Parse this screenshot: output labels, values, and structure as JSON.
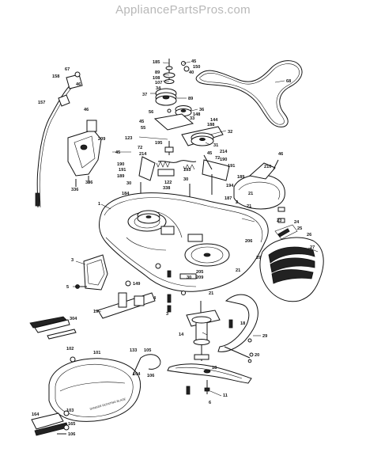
{
  "header": {
    "watermark": "AppliancePartsPros.com"
  },
  "diagram": {
    "deck_text": "DANGER ROTATING BLADE",
    "callouts": [
      {
        "id": "c185",
        "text": "185"
      },
      {
        "id": "c45a",
        "text": "45"
      },
      {
        "id": "c150",
        "text": "150"
      },
      {
        "id": "c89a",
        "text": "89"
      },
      {
        "id": "c40",
        "text": "40"
      },
      {
        "id": "c108",
        "text": "108"
      },
      {
        "id": "c107",
        "text": "107"
      },
      {
        "id": "c68",
        "text": "68"
      },
      {
        "id": "c34",
        "text": "34"
      },
      {
        "id": "c37",
        "text": "37"
      },
      {
        "id": "c89b",
        "text": "89"
      },
      {
        "id": "c36",
        "text": "36"
      },
      {
        "id": "c56",
        "text": "56"
      },
      {
        "id": "c33",
        "text": "33"
      },
      {
        "id": "c148",
        "text": "148"
      },
      {
        "id": "c144",
        "text": "144"
      },
      {
        "id": "c45b",
        "text": "45"
      },
      {
        "id": "c188",
        "text": "188"
      },
      {
        "id": "c55",
        "text": "55"
      },
      {
        "id": "c123",
        "text": "123"
      },
      {
        "id": "c32",
        "text": "32"
      },
      {
        "id": "c31",
        "text": "31"
      },
      {
        "id": "c195",
        "text": "195"
      },
      {
        "id": "c72a",
        "text": "72"
      },
      {
        "id": "c214a",
        "text": "214"
      },
      {
        "id": "c45c",
        "text": "45"
      },
      {
        "id": "c214b",
        "text": "214"
      },
      {
        "id": "c45d",
        "text": "45"
      },
      {
        "id": "c72b",
        "text": "72"
      },
      {
        "id": "c190a",
        "text": "190"
      },
      {
        "id": "c191a",
        "text": "191"
      },
      {
        "id": "c189a",
        "text": "189"
      },
      {
        "id": "c193",
        "text": "193"
      },
      {
        "id": "c190b",
        "text": "190"
      },
      {
        "id": "c191b",
        "text": "191"
      },
      {
        "id": "c189b",
        "text": "189"
      },
      {
        "id": "c30a",
        "text": "30"
      },
      {
        "id": "c122",
        "text": "122"
      },
      {
        "id": "c338",
        "text": "338"
      },
      {
        "id": "c30b",
        "text": "30"
      },
      {
        "id": "c194",
        "text": "194"
      },
      {
        "id": "c184",
        "text": "184"
      },
      {
        "id": "c187",
        "text": "187"
      },
      {
        "id": "c2",
        "text": "2"
      },
      {
        "id": "c21a",
        "text": "21"
      },
      {
        "id": "c21b",
        "text": "21"
      },
      {
        "id": "c46a",
        "text": "46"
      },
      {
        "id": "c210",
        "text": "210"
      },
      {
        "id": "c23",
        "text": "23"
      },
      {
        "id": "c24",
        "text": "24"
      },
      {
        "id": "c25",
        "text": "25"
      },
      {
        "id": "c26",
        "text": "26"
      },
      {
        "id": "c27",
        "text": "27"
      },
      {
        "id": "c206",
        "text": "206"
      },
      {
        "id": "c29",
        "text": "29"
      },
      {
        "id": "c21c",
        "text": "21"
      },
      {
        "id": "c1",
        "text": "1"
      },
      {
        "id": "c67",
        "text": "67"
      },
      {
        "id": "c158",
        "text": "158"
      },
      {
        "id": "c46b",
        "text": "46"
      },
      {
        "id": "c157",
        "text": "157"
      },
      {
        "id": "c46c",
        "text": "46"
      },
      {
        "id": "c209",
        "text": "209"
      },
      {
        "id": "c336a",
        "text": "336"
      },
      {
        "id": "c336b",
        "text": "336"
      },
      {
        "id": "c3a",
        "text": "3"
      },
      {
        "id": "c5",
        "text": "5"
      },
      {
        "id": "c149",
        "text": "149"
      },
      {
        "id": "c4",
        "text": "4"
      },
      {
        "id": "c19",
        "text": "19"
      },
      {
        "id": "c205",
        "text": "205"
      },
      {
        "id": "c30c",
        "text": "30"
      },
      {
        "id": "c209b",
        "text": "209"
      },
      {
        "id": "c21d",
        "text": "21"
      },
      {
        "id": "c3b",
        "text": "3"
      },
      {
        "id": "c18a",
        "text": "18"
      },
      {
        "id": "c14",
        "text": "14"
      },
      {
        "id": "c29b",
        "text": "29"
      },
      {
        "id": "c20",
        "text": "20"
      },
      {
        "id": "c18b",
        "text": "18"
      },
      {
        "id": "c11",
        "text": "11"
      },
      {
        "id": "c6",
        "text": "6"
      },
      {
        "id": "c304",
        "text": "304"
      },
      {
        "id": "c102",
        "text": "102"
      },
      {
        "id": "c101",
        "text": "101"
      },
      {
        "id": "c133",
        "text": "133"
      },
      {
        "id": "c105",
        "text": "105"
      },
      {
        "id": "c104",
        "text": "104"
      },
      {
        "id": "c106",
        "text": "106"
      },
      {
        "id": "c103",
        "text": "103"
      },
      {
        "id": "c164",
        "text": "164"
      },
      {
        "id": "c165",
        "text": "165"
      },
      {
        "id": "c106b",
        "text": "106"
      }
    ]
  }
}
